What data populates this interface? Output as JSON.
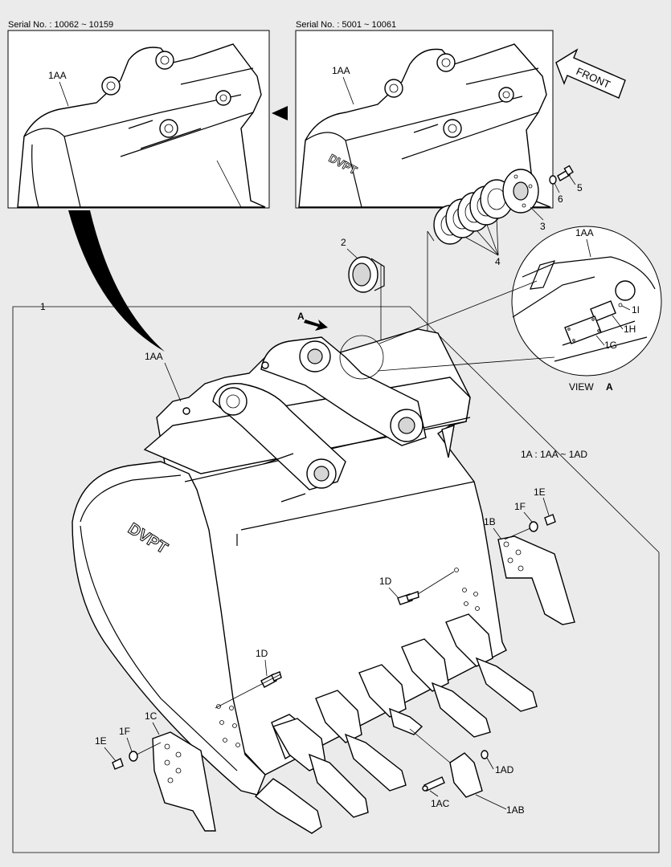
{
  "serial_left": "Serial No. : 10062 ~ 10159",
  "serial_right": "Serial No. : 5001 ~ 10061",
  "front_label": "FRONT",
  "brand_text": "DVPT",
  "view_label": "VIEW",
  "view_letter": "A",
  "arrow_letter": "A",
  "assembly_note": "1A : 1AA ~ 1AD",
  "labels": {
    "main": "1",
    "aa_left": "1AA",
    "aa_right": "1AA",
    "aa_view": "1AA",
    "aa_main": "1AA",
    "p2": "2",
    "p3": "3",
    "p4": "4",
    "p5": "5",
    "p6": "6",
    "p1I": "1I",
    "p1H": "1H",
    "p1G": "1G",
    "p1E_right": "1E",
    "p1F_right": "1F",
    "p1B": "1B",
    "p1D_upper": "1D",
    "p1D_lower": "1D",
    "p1C": "1C",
    "p1F_left": "1F",
    "p1E_left": "1E",
    "p1AD": "1AD",
    "p1AC": "1AC",
    "p1AB": "1AB"
  }
}
